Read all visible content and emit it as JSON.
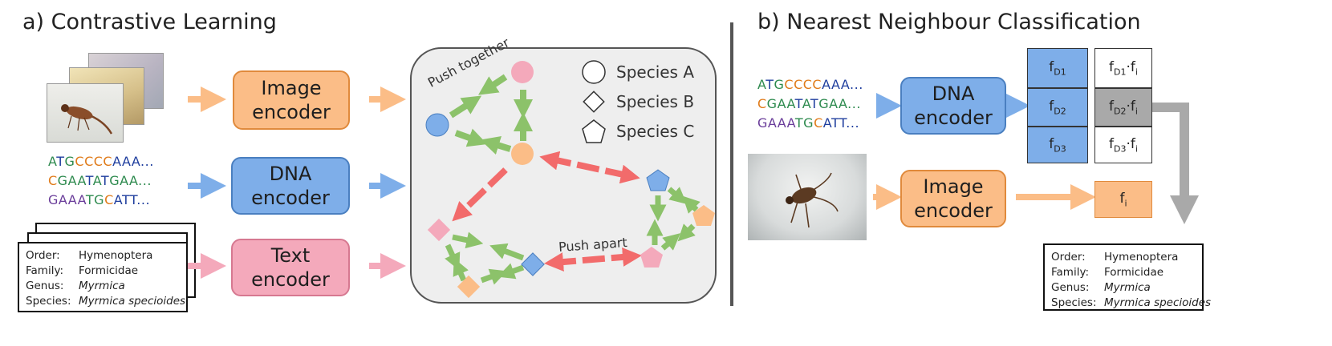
{
  "panel_a": {
    "title": "a) Contrastive Learning",
    "image_encoder": [
      "Image",
      "encoder"
    ],
    "dna_encoder": [
      "DNA",
      "encoder"
    ],
    "text_encoder": [
      "Text",
      "encoder"
    ],
    "dna_seqs": [
      [
        [
          "A",
          "#2d8a4e"
        ],
        [
          "T",
          "#1f3e9e"
        ],
        [
          "G",
          "#2d8a4e"
        ],
        [
          "CCCC",
          "#e07b1a"
        ],
        [
          "AAA...",
          "#1f3e9e"
        ]
      ],
      [
        [
          "C",
          "#e07b1a"
        ],
        [
          "GAA",
          "#2d8a4e"
        ],
        [
          "T",
          "#1f3e9e"
        ],
        [
          "A",
          "#2d8a4e"
        ],
        [
          "T",
          "#1f3e9e"
        ],
        [
          "GAA...",
          "#2d8a4e"
        ]
      ],
      [
        [
          "GAAA",
          "#6a3d9a"
        ],
        [
          "TG",
          "#2d8a4e"
        ],
        [
          "C",
          "#e07b1a"
        ],
        [
          "ATT...",
          "#1f3e9e"
        ]
      ]
    ],
    "taxonomy": {
      "order_k": "Order:",
      "order_v": "Hymenoptera",
      "family_k": "Family:",
      "family_v": "Formicidae",
      "genus_k": "Genus:",
      "genus_v": "Myrmica",
      "species_k": "Species:",
      "species_v": "Myrmica specioides"
    },
    "push_together": "Push together",
    "push_apart": "Push apart",
    "legend": [
      "Species A",
      "Species B",
      "Species C"
    ]
  },
  "panel_b": {
    "title": "b) Nearest Neighbour Classification",
    "dna_encoder": [
      "DNA",
      "encoder"
    ],
    "image_encoder": [
      "Image",
      "encoder"
    ],
    "dna_seqs": [
      [
        [
          "A",
          "#2d8a4e"
        ],
        [
          "T",
          "#1f3e9e"
        ],
        [
          "G",
          "#2d8a4e"
        ],
        [
          "CCCC",
          "#e07b1a"
        ],
        [
          "AAA...",
          "#1f3e9e"
        ]
      ],
      [
        [
          "C",
          "#e07b1a"
        ],
        [
          "GAA",
          "#2d8a4e"
        ],
        [
          "T",
          "#1f3e9e"
        ],
        [
          "A",
          "#2d8a4e"
        ],
        [
          "T",
          "#1f3e9e"
        ],
        [
          "GAA...",
          "#2d8a4e"
        ]
      ],
      [
        [
          "GAAA",
          "#6a3d9a"
        ],
        [
          "TG",
          "#2d8a4e"
        ],
        [
          "C",
          "#e07b1a"
        ],
        [
          "ATT...",
          "#1f3e9e"
        ]
      ]
    ],
    "fd": [
      [
        "f",
        "D1"
      ],
      [
        "f",
        "D2"
      ],
      [
        "f",
        "D3"
      ]
    ],
    "dots": [
      [
        "f",
        "D1",
        "·f",
        "i"
      ],
      [
        "f",
        "D2",
        "·f",
        "i"
      ],
      [
        "f",
        "D3",
        "·f",
        "i"
      ]
    ],
    "fi": [
      "f",
      "i"
    ],
    "taxonomy": {
      "order_k": "Order:",
      "order_v": "Hymenoptera",
      "family_k": "Family:",
      "family_v": "Formicidae",
      "genus_k": "Genus:",
      "genus_v": "Myrmica",
      "species_k": "Species:",
      "species_v": "Myrmica specioides"
    }
  },
  "colors": {
    "image_fill": "#fbbd87",
    "image_border": "#e08a3c",
    "dna_fill": "#7eaee9",
    "dna_border": "#4a7fc0",
    "text_fill": "#f4a9bb",
    "text_border": "#d67890",
    "green_arrow": "#8cc26a",
    "red_arrow": "#f26b6b",
    "panel_bg": "#eeeeee"
  }
}
